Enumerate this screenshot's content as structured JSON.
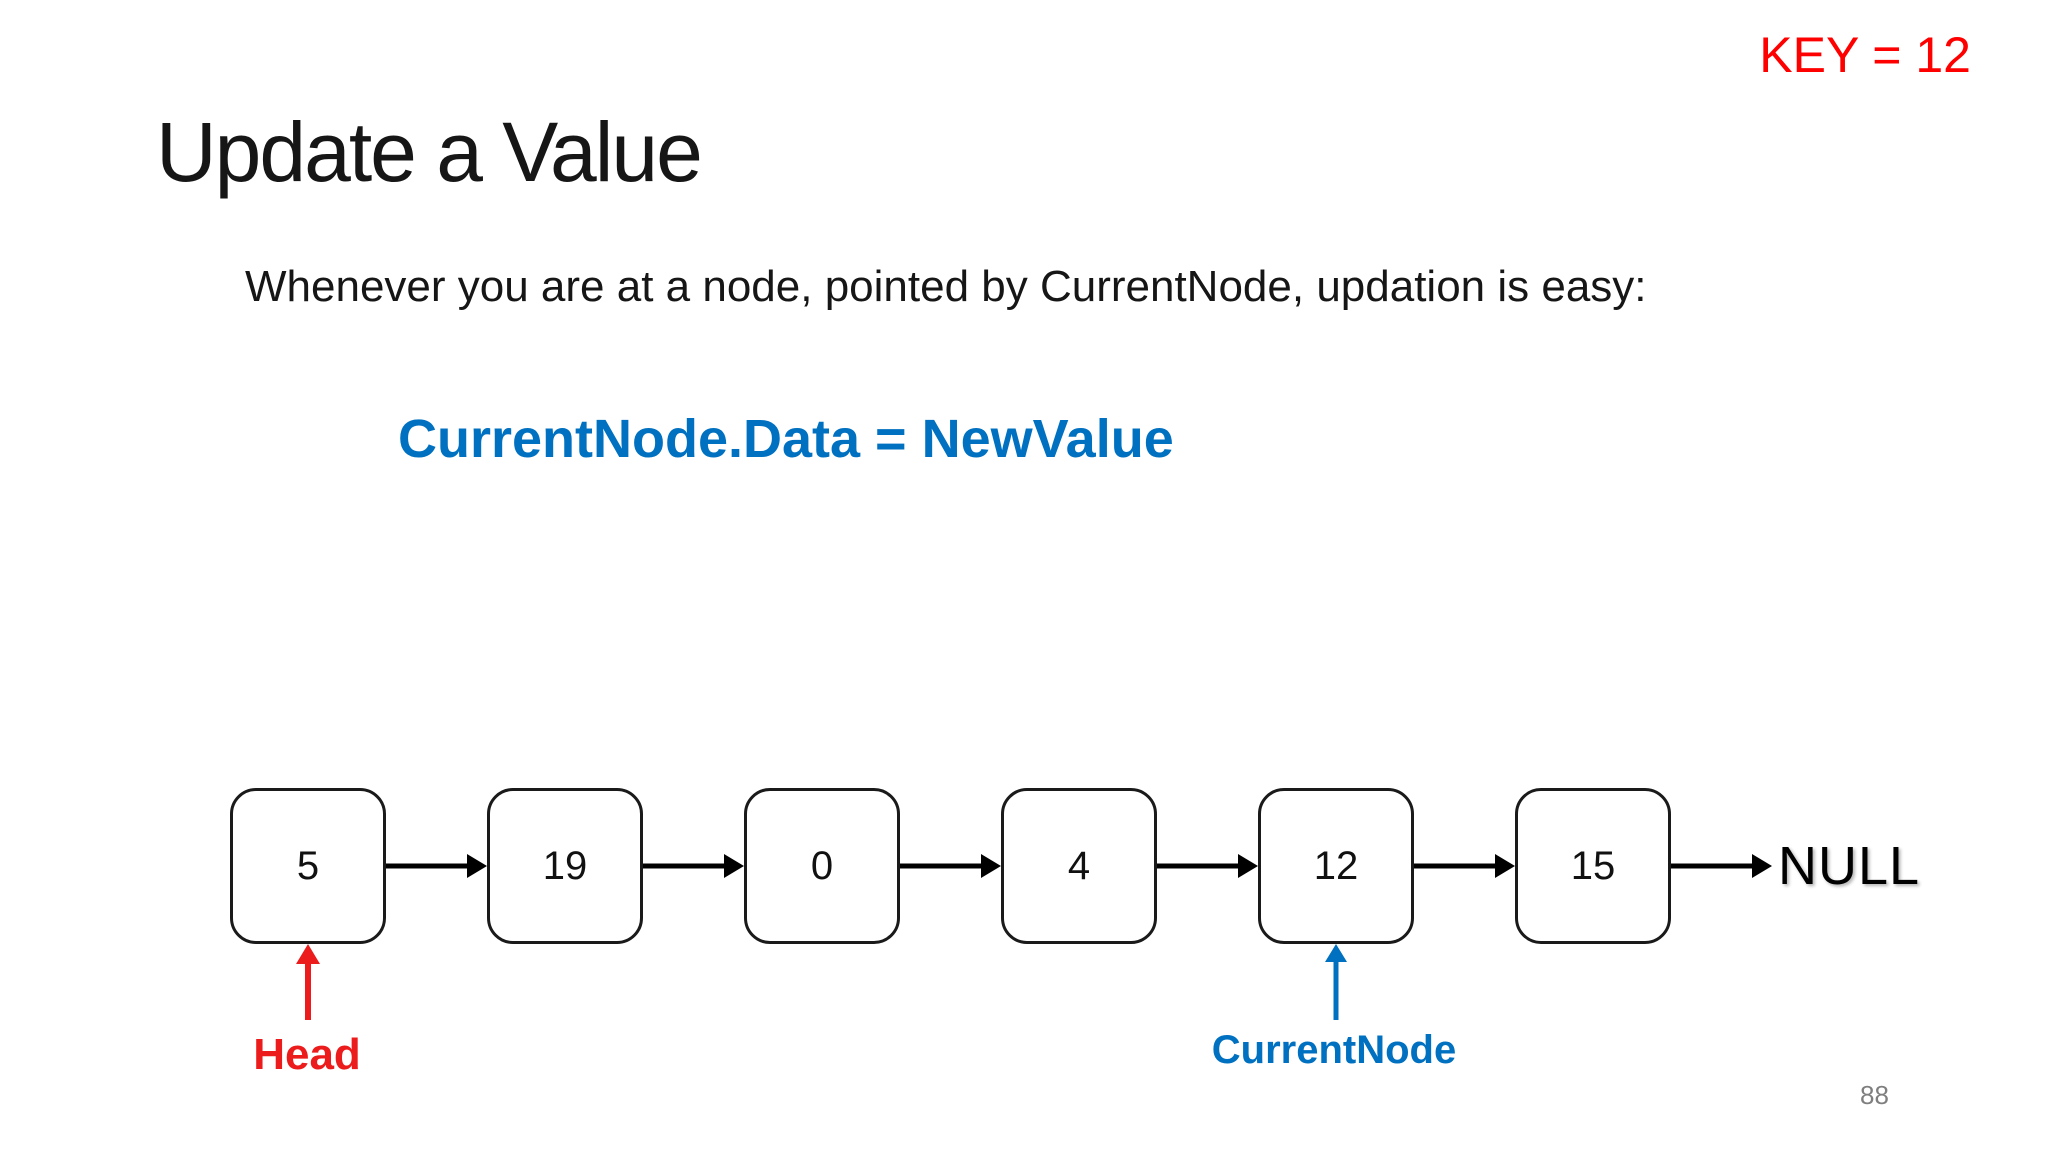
{
  "slide": {
    "key_label": "KEY = 12",
    "title": "Update a Value",
    "subtitle": "Whenever you are at a node, pointed by CurrentNode, updation is easy:",
    "statement": "CurrentNode.Data = NewValue",
    "page_number": "88"
  },
  "diagram": {
    "nodes": [
      "5",
      "19",
      "0",
      "4",
      "12",
      "15"
    ],
    "null_label": "NULL",
    "head_label": "Head",
    "current_label": "CurrentNode"
  },
  "colors": {
    "key_red": "#ff0000",
    "head_red": "#ec1c1c",
    "pointer_blue": "#0070c0",
    "page_gray": "#7f7f7f",
    "node_border": "#1a1a1a"
  }
}
